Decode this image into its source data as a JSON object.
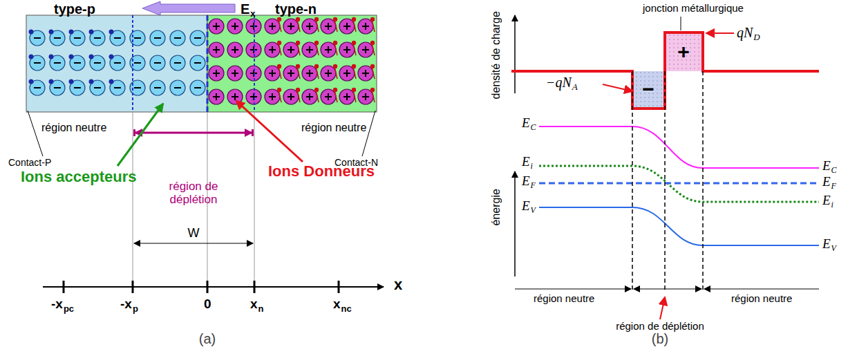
{
  "diagram": {
    "labels": [
      "type-p",
      "E",
      "x",
      "type-n",
      "région neutre",
      "région neutre",
      "Contact-P",
      "Contact-N",
      "Ions accepteurs",
      "Ions Donneurs",
      "région de déplétion",
      "W",
      "x",
      "-x",
      "pc",
      "-x",
      "p",
      "0",
      "x",
      "n",
      "x",
      "nc",
      "(a)",
      "densité de charge",
      "jonction métallurgique",
      "qN",
      "D",
      "−qN",
      "A",
      "−",
      "+",
      "énergie",
      "E",
      "C",
      "E",
      "i",
      "E",
      "F",
      "E",
      "V",
      "E",
      "C",
      "E",
      "F",
      "E",
      "i",
      "E",
      "V",
      "région neutre",
      "région neutre",
      "région de déplétion",
      "(b)"
    ]
  }
}
